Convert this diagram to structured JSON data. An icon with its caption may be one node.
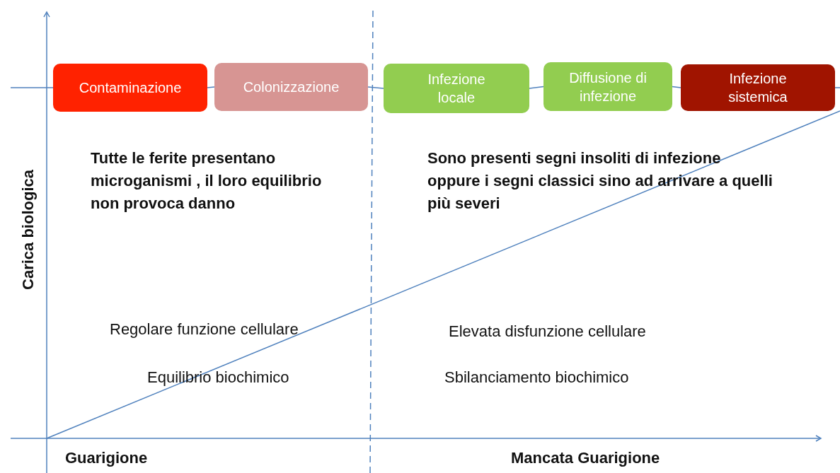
{
  "diagram": {
    "nodes": [
      {
        "text": [
          "Contaminazione"
        ]
      },
      {
        "text": [
          "Colonizzazione"
        ]
      },
      {
        "text": [
          "Infezione locale"
        ]
      },
      {
        "text": [
          "Diffusione di infezione"
        ]
      },
      {
        "text": [
          "Infezione sistemica"
        ]
      }
    ],
    "edges": [
      {
        "from": 0,
        "to": 1,
        "arrow": "none"
      },
      {
        "from": 1,
        "to": 2,
        "arrow": "none"
      },
      {
        "from": 2,
        "to": 3,
        "arrow": "none"
      },
      {
        "from": 3,
        "to": 4,
        "arrow": "none"
      }
    ],
    "labels": [
      "Carica biologica",
      "Tutte le ferite presentano microganismi , il loro equilibrio non provoca danno",
      "Sono presenti segni insoliti di infezione oppure i segni classici  sino ad arrivare a quelli più severi",
      "Regolare funzione cellulare",
      "Elevata disfunzione cellulare",
      "Equilibrio biochimico",
      "Sbilanciamento biochimico",
      "Guarigione",
      "Mancata Guarigione"
    ]
  }
}
